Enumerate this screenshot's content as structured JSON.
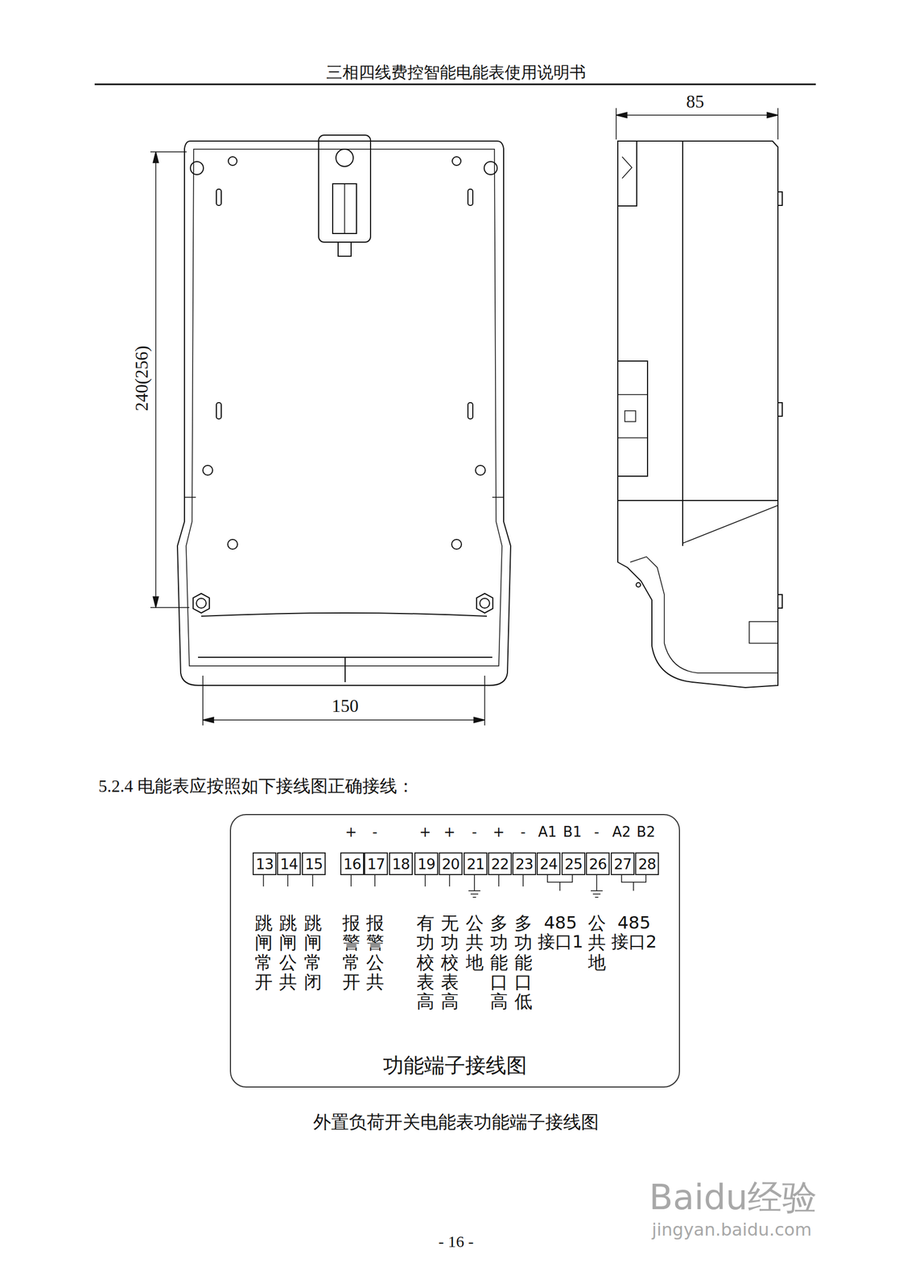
{
  "diagram": {
    "title": "三相四线费控智能电能表使用说明书",
    "caption": "外置负荷开关电能表功能端子接线图",
    "nodes": [
      {
        "text": [
          "功能端子接线图"
        ]
      },
      {
        "text": [
          "13"
        ],
        "in": 0
      },
      {
        "text": [
          "14"
        ],
        "in": 0
      },
      {
        "text": [
          "15"
        ],
        "in": 0
      },
      {
        "text": [
          "16"
        ],
        "in": 0
      },
      {
        "text": [
          "17"
        ],
        "in": 0
      },
      {
        "text": [
          "18"
        ],
        "in": 0
      },
      {
        "text": [
          "19"
        ],
        "in": 0
      },
      {
        "text": [
          "20"
        ],
        "in": 0
      },
      {
        "text": [
          "21"
        ],
        "in": 0
      },
      {
        "text": [
          "22"
        ],
        "in": 0
      },
      {
        "text": [
          "23"
        ],
        "in": 0
      },
      {
        "text": [
          "24"
        ],
        "in": 0
      },
      {
        "text": [
          "25"
        ],
        "in": 0
      },
      {
        "text": [
          "26"
        ],
        "in": 0
      },
      {
        "text": [
          "27"
        ],
        "in": 0
      },
      {
        "text": [
          "28"
        ],
        "in": 0
      }
    ],
    "labels": [
      "85",
      "240(256)",
      "150",
      "5.2.4 电能表应按照如下接线图正确接线：",
      "+",
      "-",
      "+",
      "+",
      "-",
      "+",
      "-",
      "A1",
      "B1",
      "-",
      "A2",
      "B2",
      "跳闸常开",
      "跳闸公共",
      "跳闸常闭",
      "报警常开",
      "报警公共",
      "有功校表高",
      "无功校表高",
      "公共地",
      "多功能口高",
      "多功能口低",
      "485接口1",
      "公共地",
      "485接口2",
      "- 16 -",
      "Baidu经验",
      "jingyan.baidu.com"
    ]
  }
}
